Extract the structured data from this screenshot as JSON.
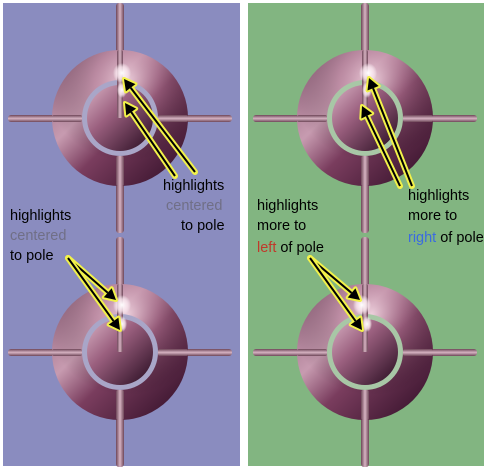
{
  "panels": {
    "left": {
      "background": "#8a8cbf",
      "top_label": {
        "line1": "highlights",
        "line2": "centered",
        "line3": "to pole"
      },
      "bottom_label": {
        "line1": "highlights",
        "line2": "centered",
        "line3": "to pole"
      }
    },
    "right": {
      "background": "#82b581",
      "top_label": {
        "line1": "highlights",
        "line2": "more to",
        "line3_word": "right",
        "line3_rest": " of pole"
      },
      "bottom_label": {
        "line1": "highlights",
        "line2": "more to",
        "line3_word": "left",
        "line3_rest": " of pole"
      }
    }
  },
  "colors": {
    "muted_word": "#706f86",
    "left_word": "#c0392b",
    "right_word": "#3b6be0",
    "arrow_glow": "#f2f24a",
    "arrow_core": "#000000",
    "disc_dark": "#3c1230",
    "disc_light": "#e6c4d2",
    "pole": "#b58a9c"
  },
  "icons": [
    "target-disc-icon",
    "pole-icon",
    "arrow-icon"
  ]
}
